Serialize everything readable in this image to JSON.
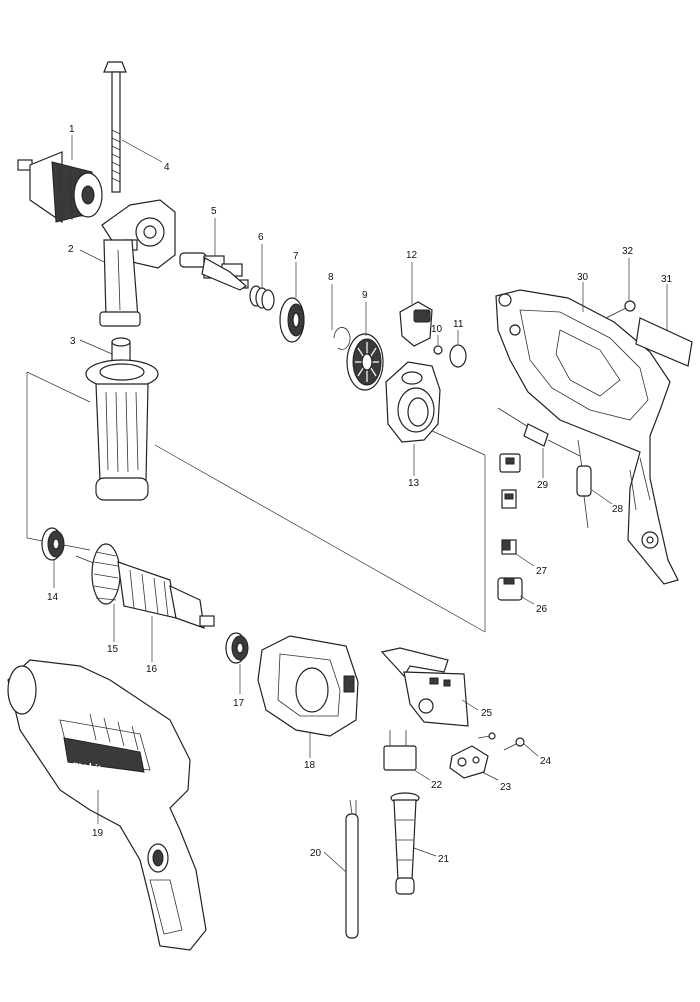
{
  "labels": {
    "p1": "1",
    "p2": "2",
    "p3": "3",
    "p4": "4",
    "p5": "5",
    "p6": "6",
    "p7": "7",
    "p8": "8",
    "p9": "9",
    "p10": "10",
    "p11": "11",
    "p12": "12",
    "p13": "13",
    "p14": "14",
    "p15": "15",
    "p16": "16",
    "p17": "17",
    "p18": "18",
    "p19": "19",
    "p20": "20",
    "p21": "21",
    "p22": "22",
    "p23": "23",
    "p24": "24",
    "p25": "25",
    "p26": "26",
    "p27": "27",
    "p28": "28",
    "p29": "29",
    "p30": "30",
    "p31": "31",
    "p32": "32"
  },
  "brand_text": "makita"
}
